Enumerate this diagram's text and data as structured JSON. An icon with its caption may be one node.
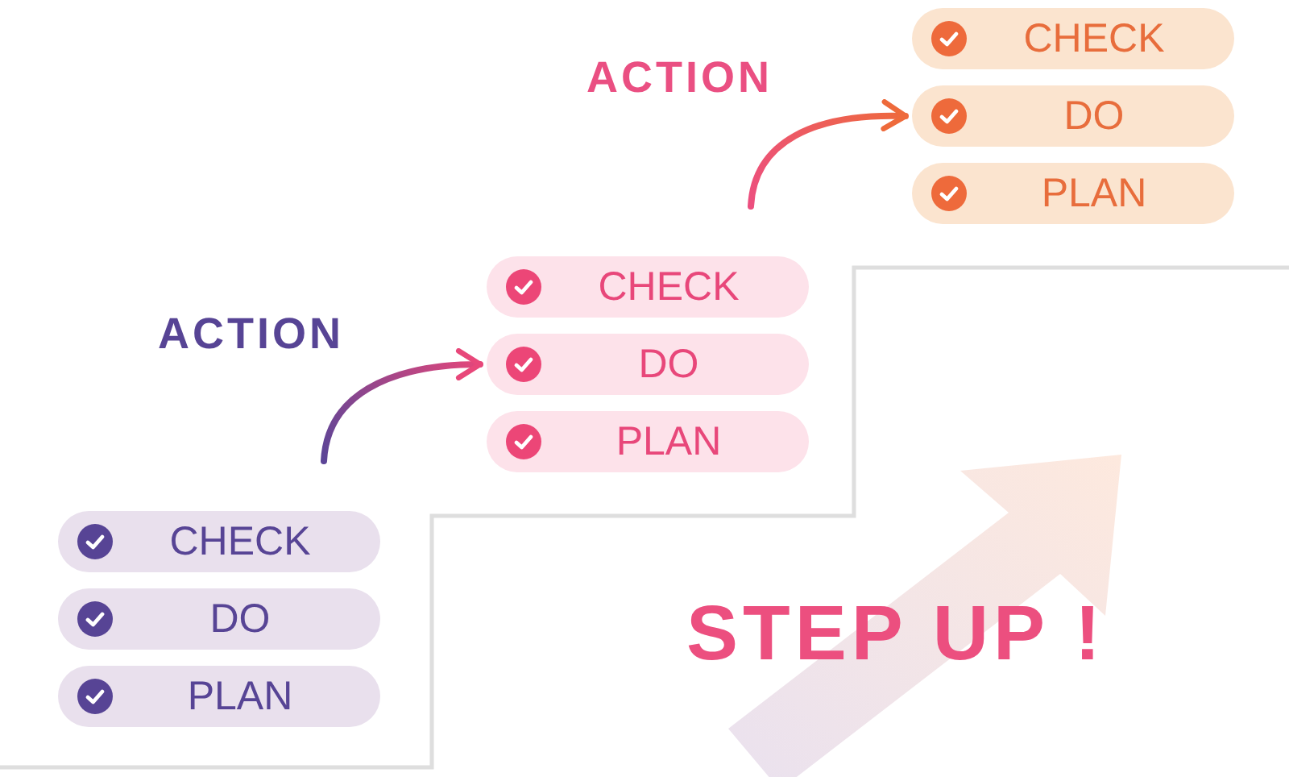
{
  "diagram": {
    "nodes": [
      {
        "text": [
          "CHECK"
        ]
      },
      {
        "text": [
          "DO"
        ]
      },
      {
        "text": [
          "PLAN"
        ]
      },
      {
        "text": [
          "CHECK"
        ]
      },
      {
        "text": [
          "DO"
        ]
      },
      {
        "text": [
          "PLAN"
        ]
      },
      {
        "text": [
          "CHECK"
        ]
      },
      {
        "text": [
          "DO"
        ]
      },
      {
        "text": [
          "PLAN"
        ]
      }
    ],
    "edges": [
      {
        "from": null,
        "to": 1,
        "arrow": "to"
      },
      {
        "from": null,
        "to": 4,
        "arrow": "to"
      }
    ],
    "labels": [
      "ACTION",
      "ACTION",
      "STEP UP !"
    ]
  }
}
